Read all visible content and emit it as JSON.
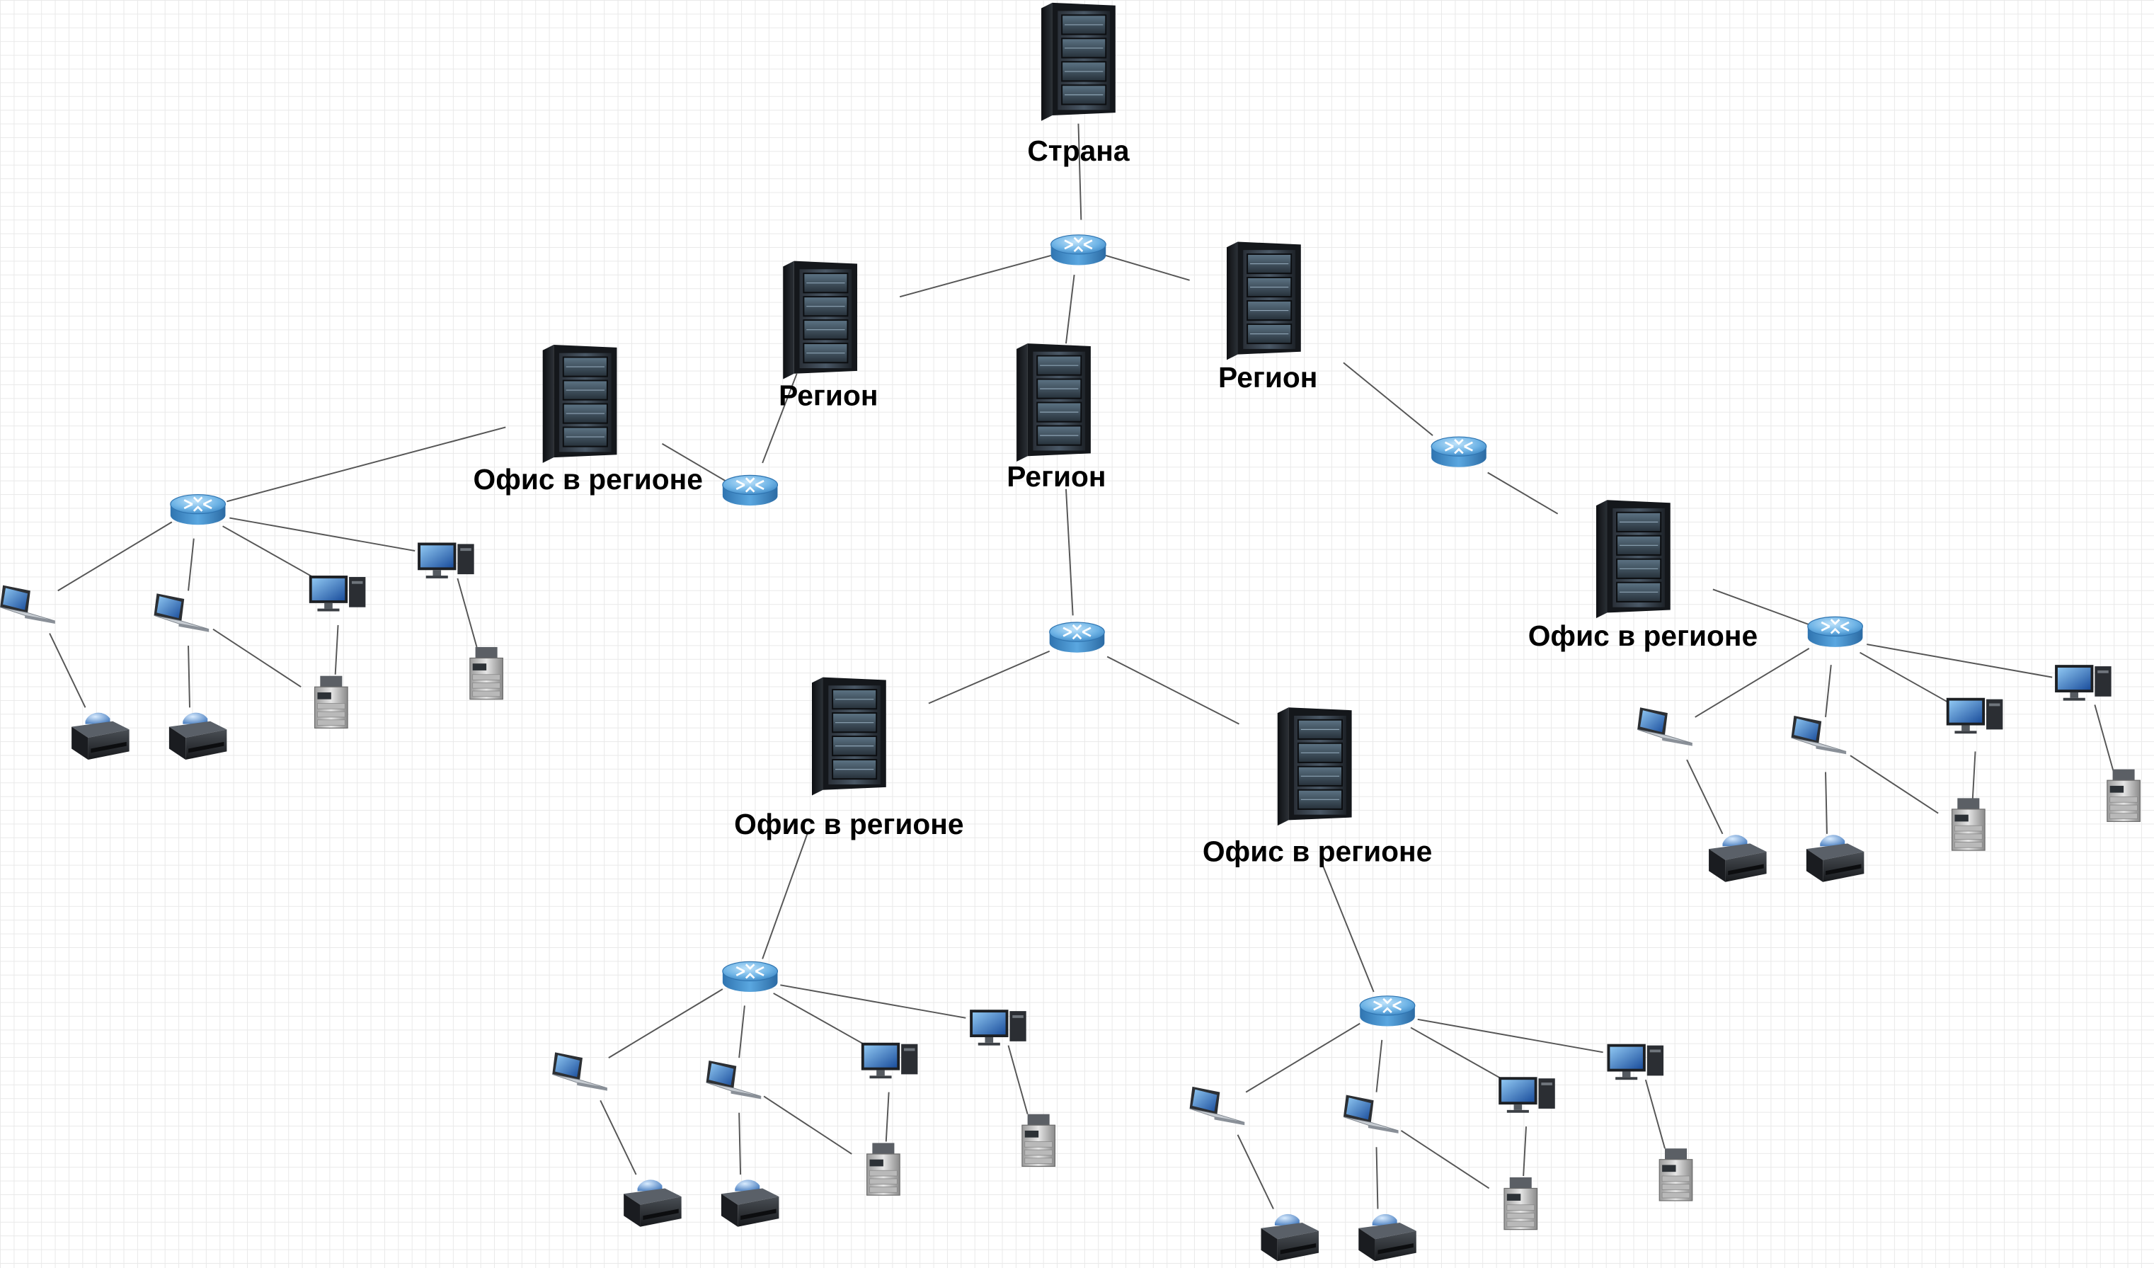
{
  "labels": {
    "country": "Страна",
    "region": "Регион",
    "office": "Офис в регионе"
  },
  "colors": {
    "server_body": "#1a1d22",
    "server_bay": "#3d4f5e",
    "router": "#4a9ad8",
    "link": "#555555"
  }
}
